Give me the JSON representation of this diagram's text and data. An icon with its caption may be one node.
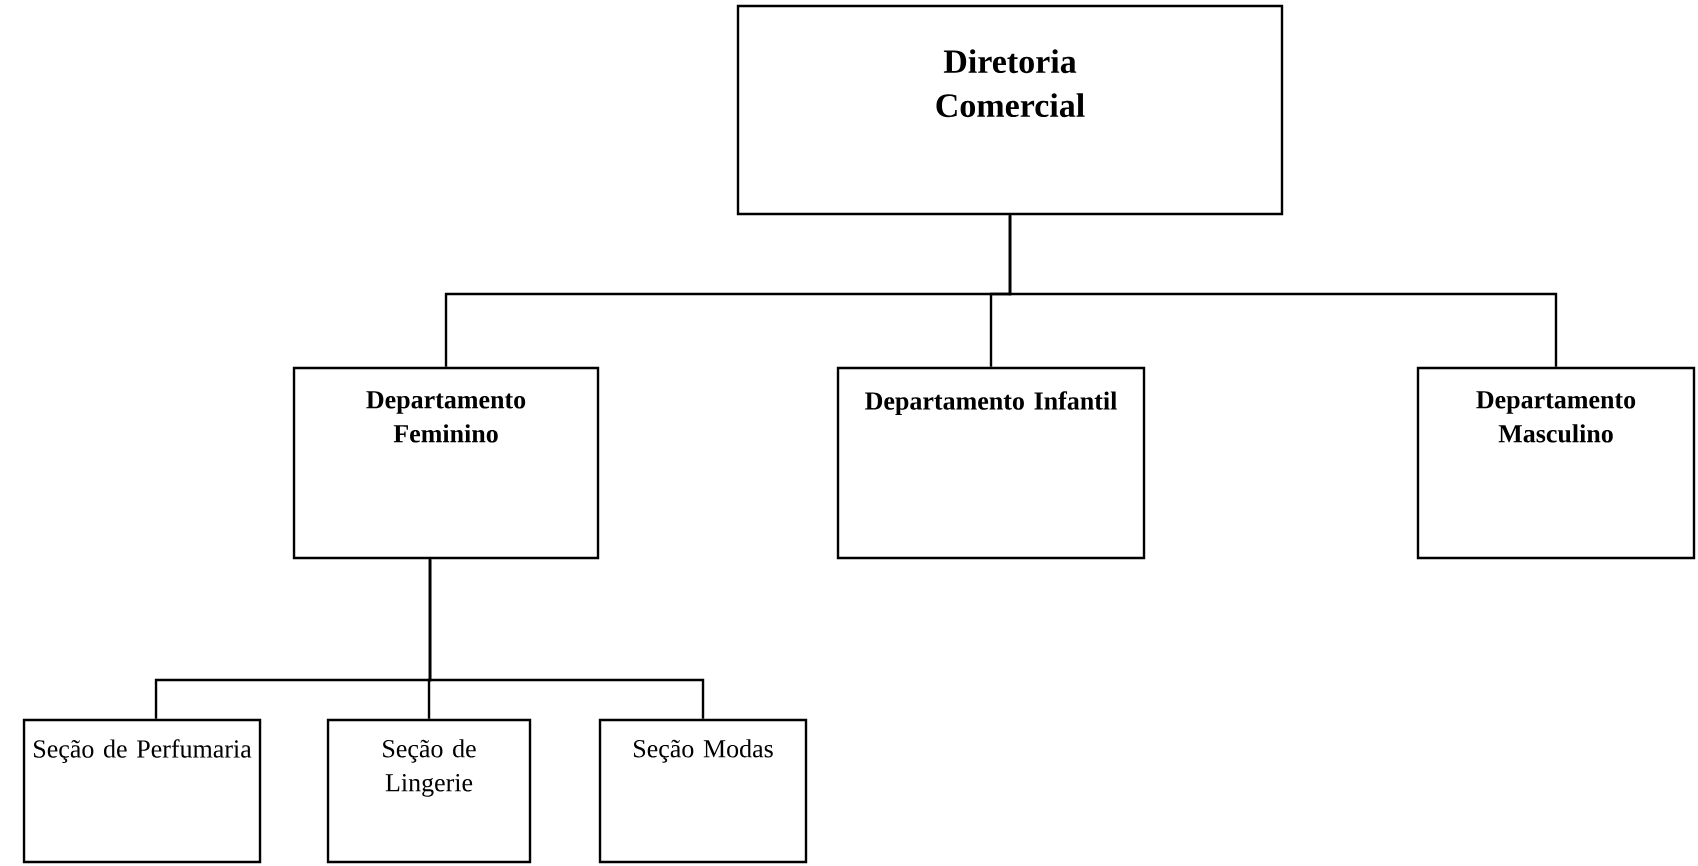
{
  "diagram": {
    "nodes": [
      {
        "text": [
          "Diretoria Comercial"
        ]
      },
      {
        "text": [
          "Departamento Feminino"
        ]
      },
      {
        "text": [
          "Departamento Infantil"
        ]
      },
      {
        "text": [
          "Departamento Masculino"
        ]
      },
      {
        "text": [
          "Seção de Perfumaria"
        ]
      },
      {
        "text": [
          "Seção de Lingerie"
        ]
      },
      {
        "text": [
          "Seção Modas"
        ]
      }
    ],
    "edges": [
      {
        "from": 0,
        "to": 1,
        "arrow": "none"
      },
      {
        "from": 0,
        "to": 2,
        "arrow": "none"
      },
      {
        "from": 0,
        "to": 3,
        "arrow": "none"
      },
      {
        "from": 1,
        "to": 4,
        "arrow": "none"
      },
      {
        "from": 1,
        "to": 5,
        "arrow": "none"
      },
      {
        "from": 1,
        "to": 6,
        "arrow": "none"
      }
    ]
  }
}
